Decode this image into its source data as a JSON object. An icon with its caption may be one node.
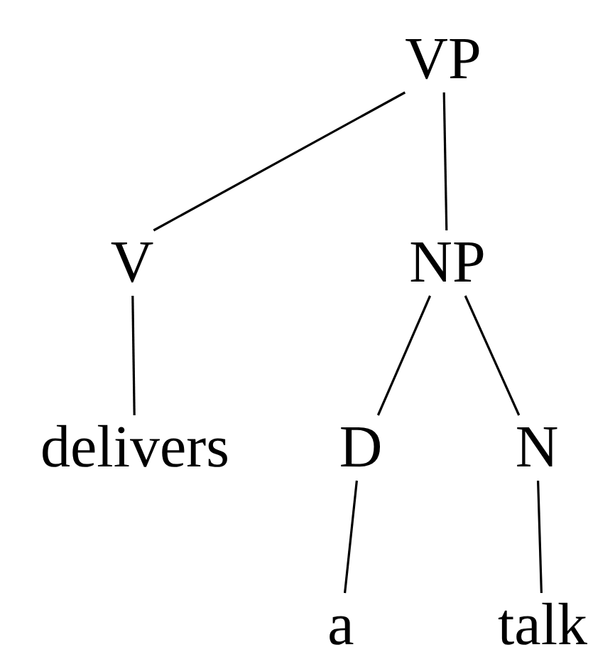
{
  "diagram": {
    "nodes": [
      {
        "text": [
          "VP"
        ]
      },
      {
        "text": [
          "V"
        ]
      },
      {
        "text": [
          "NP"
        ]
      },
      {
        "text": [
          "delivers"
        ]
      },
      {
        "text": [
          "D"
        ]
      },
      {
        "text": [
          "N"
        ]
      },
      {
        "text": [
          "a"
        ]
      },
      {
        "text": [
          "talk"
        ]
      }
    ],
    "edges": [
      {
        "from": 0,
        "to": 1,
        "arrow": "none"
      },
      {
        "from": 0,
        "to": 2,
        "arrow": "none"
      },
      {
        "from": 1,
        "to": 3,
        "arrow": "none"
      },
      {
        "from": 2,
        "to": 4,
        "arrow": "none"
      },
      {
        "from": 2,
        "to": 5,
        "arrow": "none"
      },
      {
        "from": 4,
        "to": 6,
        "arrow": "none"
      },
      {
        "from": 5,
        "to": 7,
        "arrow": "none"
      }
    ]
  }
}
